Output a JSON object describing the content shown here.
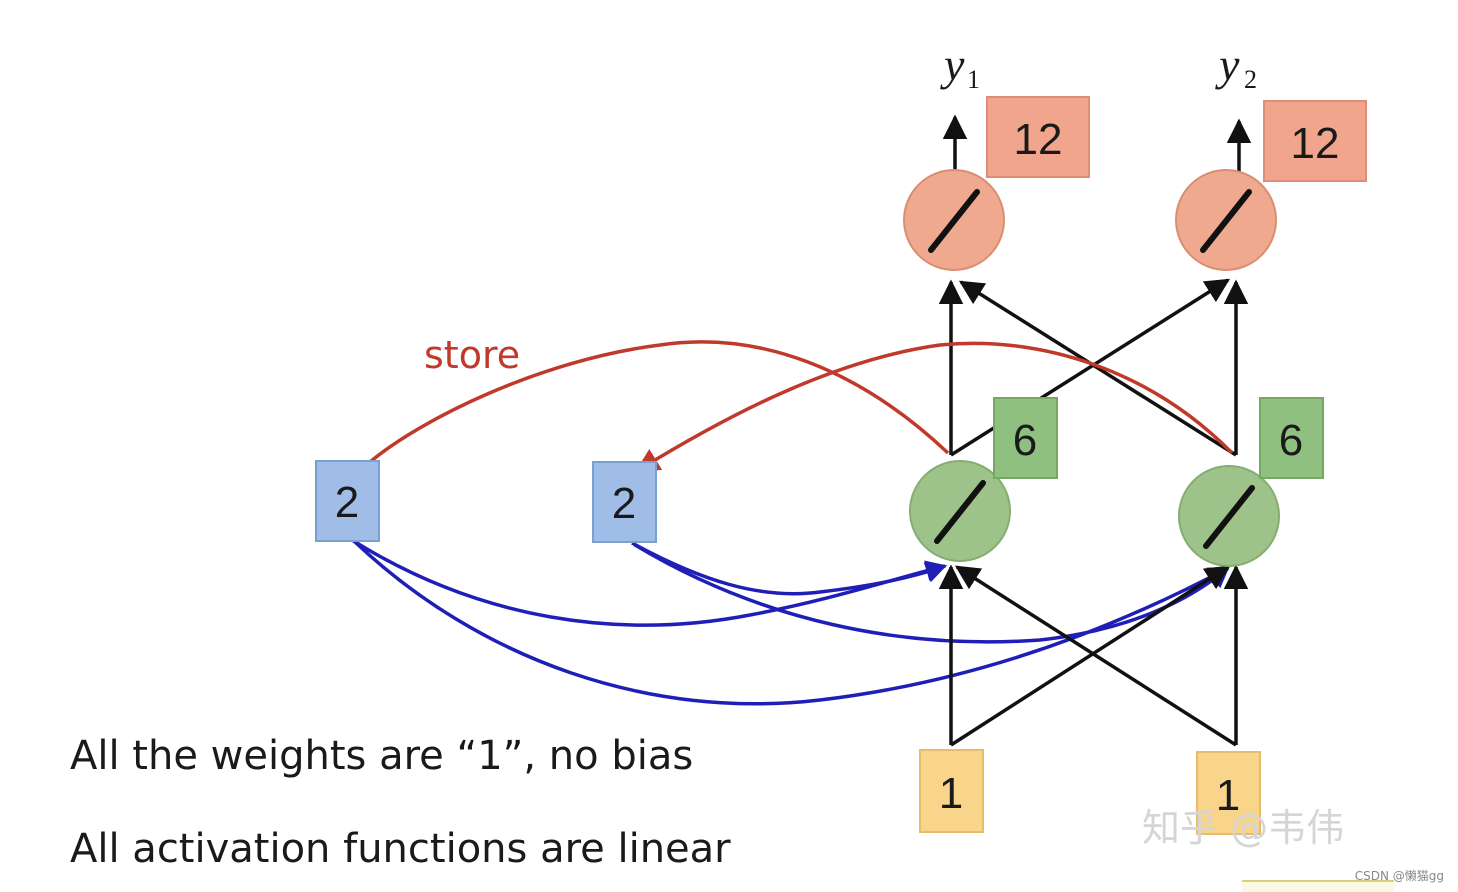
{
  "outputs": [
    {
      "name": "y",
      "sub": "1",
      "value": "12"
    },
    {
      "name": "y",
      "sub": "2",
      "value": "12"
    }
  ],
  "hidden": [
    {
      "value": "6"
    },
    {
      "value": "6"
    }
  ],
  "memory": [
    {
      "value": "2"
    },
    {
      "value": "2"
    }
  ],
  "inputs": [
    {
      "value": "1"
    },
    {
      "value": "1"
    }
  ],
  "store_label": "store",
  "captions": {
    "weights": "All the weights are “1”, no bias",
    "activation": "All activation functions are linear"
  },
  "watermark": "知乎 @韦伟",
  "credit": "CSDN @懒猫gg",
  "colors": {
    "output": "#eea98f",
    "output_box": "#f0a58c",
    "hidden": "#9dc38a",
    "hidden_box": "#8fc07f",
    "memory": "#9fbde6",
    "input": "#f9d58b",
    "store_arrow": "#c0392b",
    "memory_arrow": "#1f1fb8"
  }
}
